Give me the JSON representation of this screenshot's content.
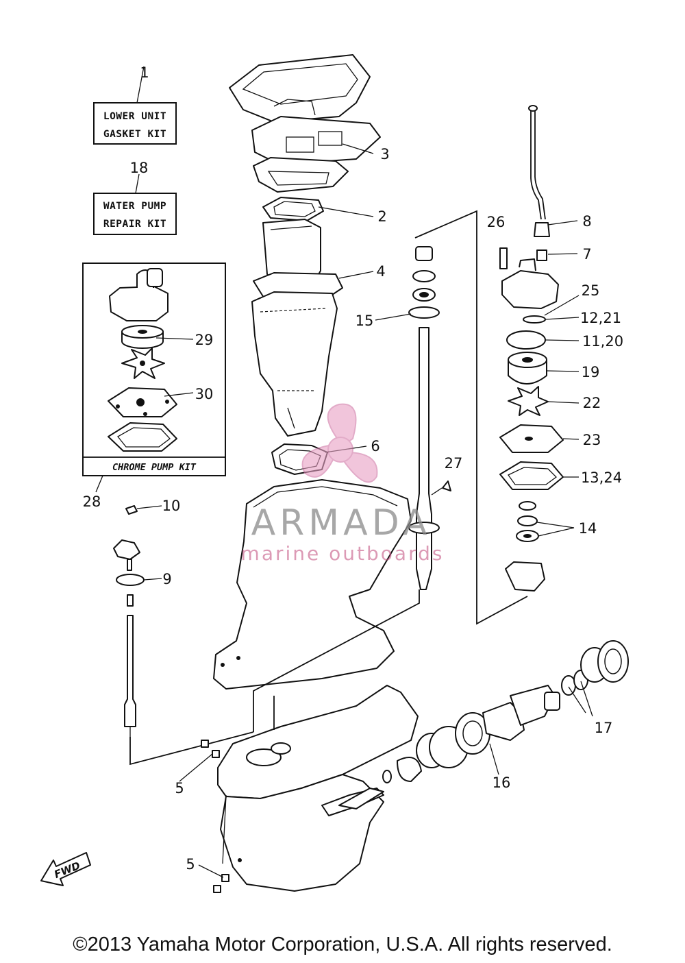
{
  "kits": {
    "lower_unit_gasket": {
      "line1": "LOWER UNIT",
      "line2": "GASKET KIT"
    },
    "water_pump_repair": {
      "line1": "WATER PUMP",
      "line2": "REPAIR KIT"
    },
    "chrome_pump": {
      "label": "CHROME PUMP KIT"
    }
  },
  "callouts": {
    "c1": "1",
    "c2": "2",
    "c3": "3",
    "c4": "4",
    "c5a": "5",
    "c5b": "5",
    "c6": "6",
    "c7": "7",
    "c8": "8",
    "c9": "9",
    "c10": "10",
    "c11_20": "11,20",
    "c12_21": "12,21",
    "c13_24": "13,24",
    "c14": "14",
    "c15": "15",
    "c16": "16",
    "c17": "17",
    "c18": "18",
    "c19": "19",
    "c22": "22",
    "c23": "23",
    "c25": "25",
    "c26": "26",
    "c27": "27",
    "c28": "28",
    "c29": "29",
    "c30": "30"
  },
  "fwd_label": "FWD",
  "watermark": {
    "brand": "ARMADA",
    "tagline": "marine outboards",
    "logo_color": "#e8a0c4"
  },
  "copyright": "©2013 Yamaha Motor Corporation, U.S.A. All rights reserved."
}
